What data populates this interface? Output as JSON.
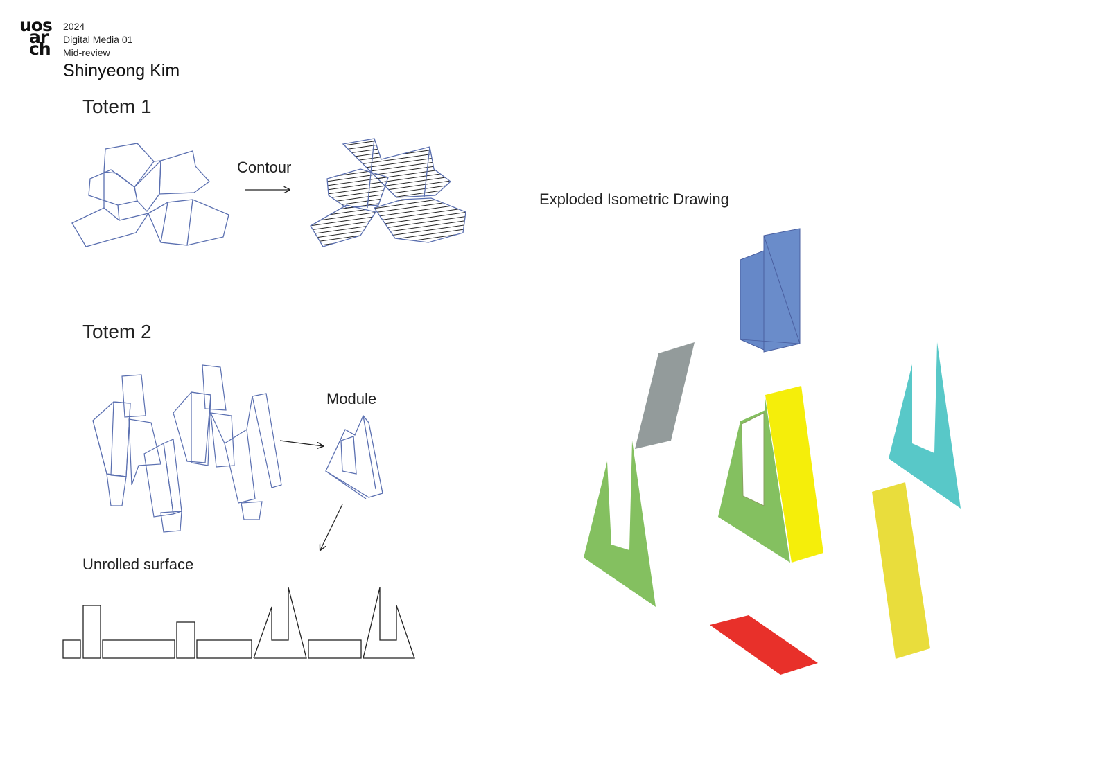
{
  "logo": {
    "line1": "uos",
    "line2": "ar",
    "line3": "ch"
  },
  "header": {
    "year": "2024",
    "course": "Digital Media 01",
    "review": "Mid-review",
    "author": "Shinyeong Kim"
  },
  "sections": {
    "totem1": "Totem 1",
    "contour": "Contour",
    "totem2": "Totem 2",
    "module": "Module",
    "unrolled": "Unrolled surface",
    "exploded": "Exploded Isometric Drawing"
  },
  "colors": {
    "line_blue": "#5a6fb0",
    "blue": "#6688c8",
    "gray": "#939b9b",
    "green": "#84c060",
    "yellow": "#f5ee0a",
    "cyan": "#58c8c8",
    "mustard": "#e9dd3c",
    "red": "#e8302a"
  }
}
